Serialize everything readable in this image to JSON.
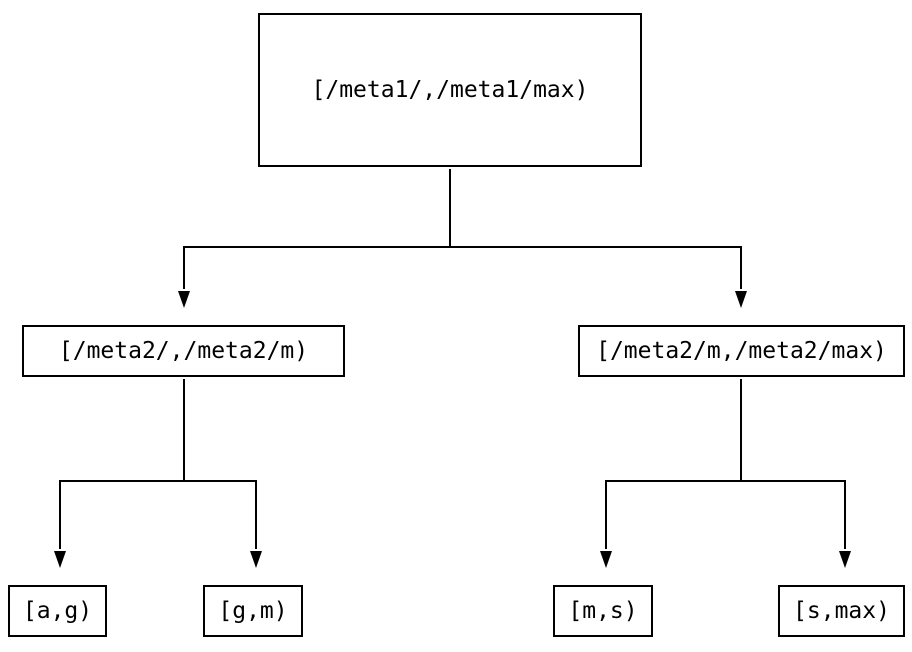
{
  "diagram": {
    "type": "tree",
    "colors": {
      "background": "#ffffff",
      "line": "#000000",
      "text": "#000000",
      "box_border": "#000000"
    },
    "nodes": {
      "root": {
        "label": "[/meta1/,/meta1/max)"
      },
      "meta2_low": {
        "label": "[/meta2/,/meta2/m)"
      },
      "meta2_high": {
        "label": "[/meta2/m,/meta2/max)"
      },
      "leaf_a_g": {
        "label": "[a,g)"
      },
      "leaf_g_m": {
        "label": "[g,m)"
      },
      "leaf_m_s": {
        "label": "[m,s)"
      },
      "leaf_s_max": {
        "label": "[s,max)"
      }
    },
    "edges": [
      {
        "from": "[/meta1/,/meta1/max)",
        "to": "[/meta2/,/meta2/m)"
      },
      {
        "from": "[/meta1/,/meta1/max)",
        "to": "[/meta2/m,/meta2/max)"
      },
      {
        "from": "[/meta2/,/meta2/m)",
        "to": "[a,g)"
      },
      {
        "from": "[/meta2/,/meta2/m)",
        "to": "[g,m)"
      },
      {
        "from": "[/meta2/m,/meta2/max)",
        "to": "[m,s)"
      },
      {
        "from": "[/meta2/m,/meta2/max)",
        "to": "[s,max)"
      }
    ]
  }
}
